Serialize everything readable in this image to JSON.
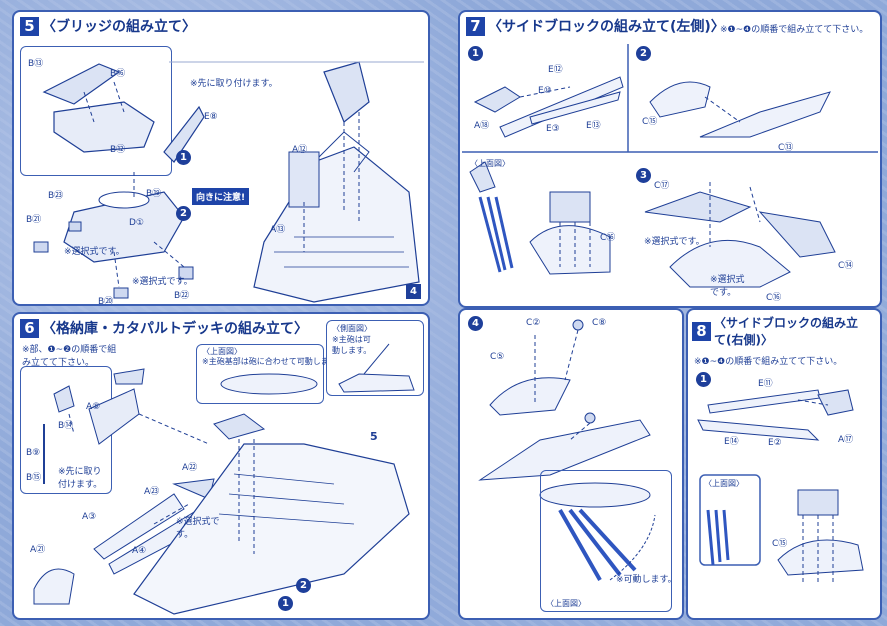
{
  "sections": {
    "s5": {
      "num": "5",
      "title": "〈ブリッジの組み立て〉",
      "labels": [
        "B⑬",
        "B⑯",
        "B⑫",
        "E⑧",
        "B⑲",
        "B㉓",
        "D①",
        "B㉑",
        "B⑳",
        "B㉒",
        "A⑫",
        "A⑬"
      ],
      "notes": [
        "※先に取り付けます。",
        "※選択式です。",
        "※選択式です。"
      ],
      "warning": "向きに注意!",
      "steps": [
        "1",
        "2"
      ],
      "ref": "4"
    },
    "s6": {
      "num": "6",
      "title": "〈格納庫・カタパルトデッキの組み立て〉",
      "order_note": "※部、❶~❷の順番で組み立てて下さい。",
      "top_view_title": "〈上面図〉",
      "top_view_note": "※主砲基部は砲に合わせて可動します。",
      "side_view_title": "〈側面図〉",
      "side_view_note": "※主砲は可動します。",
      "labels": [
        "A⑧",
        "B⑭",
        "B⑨",
        "B⑮",
        "A㉓",
        "A㉒",
        "A③",
        "A④",
        "A㉑"
      ],
      "notes": [
        "※先に取り付けます。",
        "※選択式です。"
      ],
      "steps": [
        "1",
        "2"
      ],
      "ref": "5"
    },
    "s7": {
      "num": "7",
      "title": "〈サイドブロックの組み立て(左側)〉",
      "order_note": "※❶~❹の順番で組み立てて下さい。",
      "labels": [
        "E⑫",
        "E⑩",
        "A⑱",
        "E③",
        "E⑬",
        "C⑮",
        "C⑬",
        "C⑰",
        "C⑭",
        "C⑯",
        "C⑯",
        "C②",
        "C⑧",
        "C⑤"
      ],
      "top_view_title": "〈上面図〉",
      "bottom_view_title": "〈上面図〉",
      "notes": [
        "※選択式です。",
        "※選択式です。",
        "※可動します。"
      ],
      "steps": [
        "1",
        "2",
        "3",
        "4"
      ]
    },
    "s8": {
      "num": "8",
      "title": "〈サイドブロックの組み立て(右側)〉",
      "order_note": "※❶~❹の順番で組み立てて下さい。",
      "labels": [
        "E⑪",
        "A⑰",
        "E⑭",
        "E②",
        "C⑮"
      ],
      "top_view_title": "〈上面図〉",
      "steps": [
        "1"
      ]
    }
  }
}
